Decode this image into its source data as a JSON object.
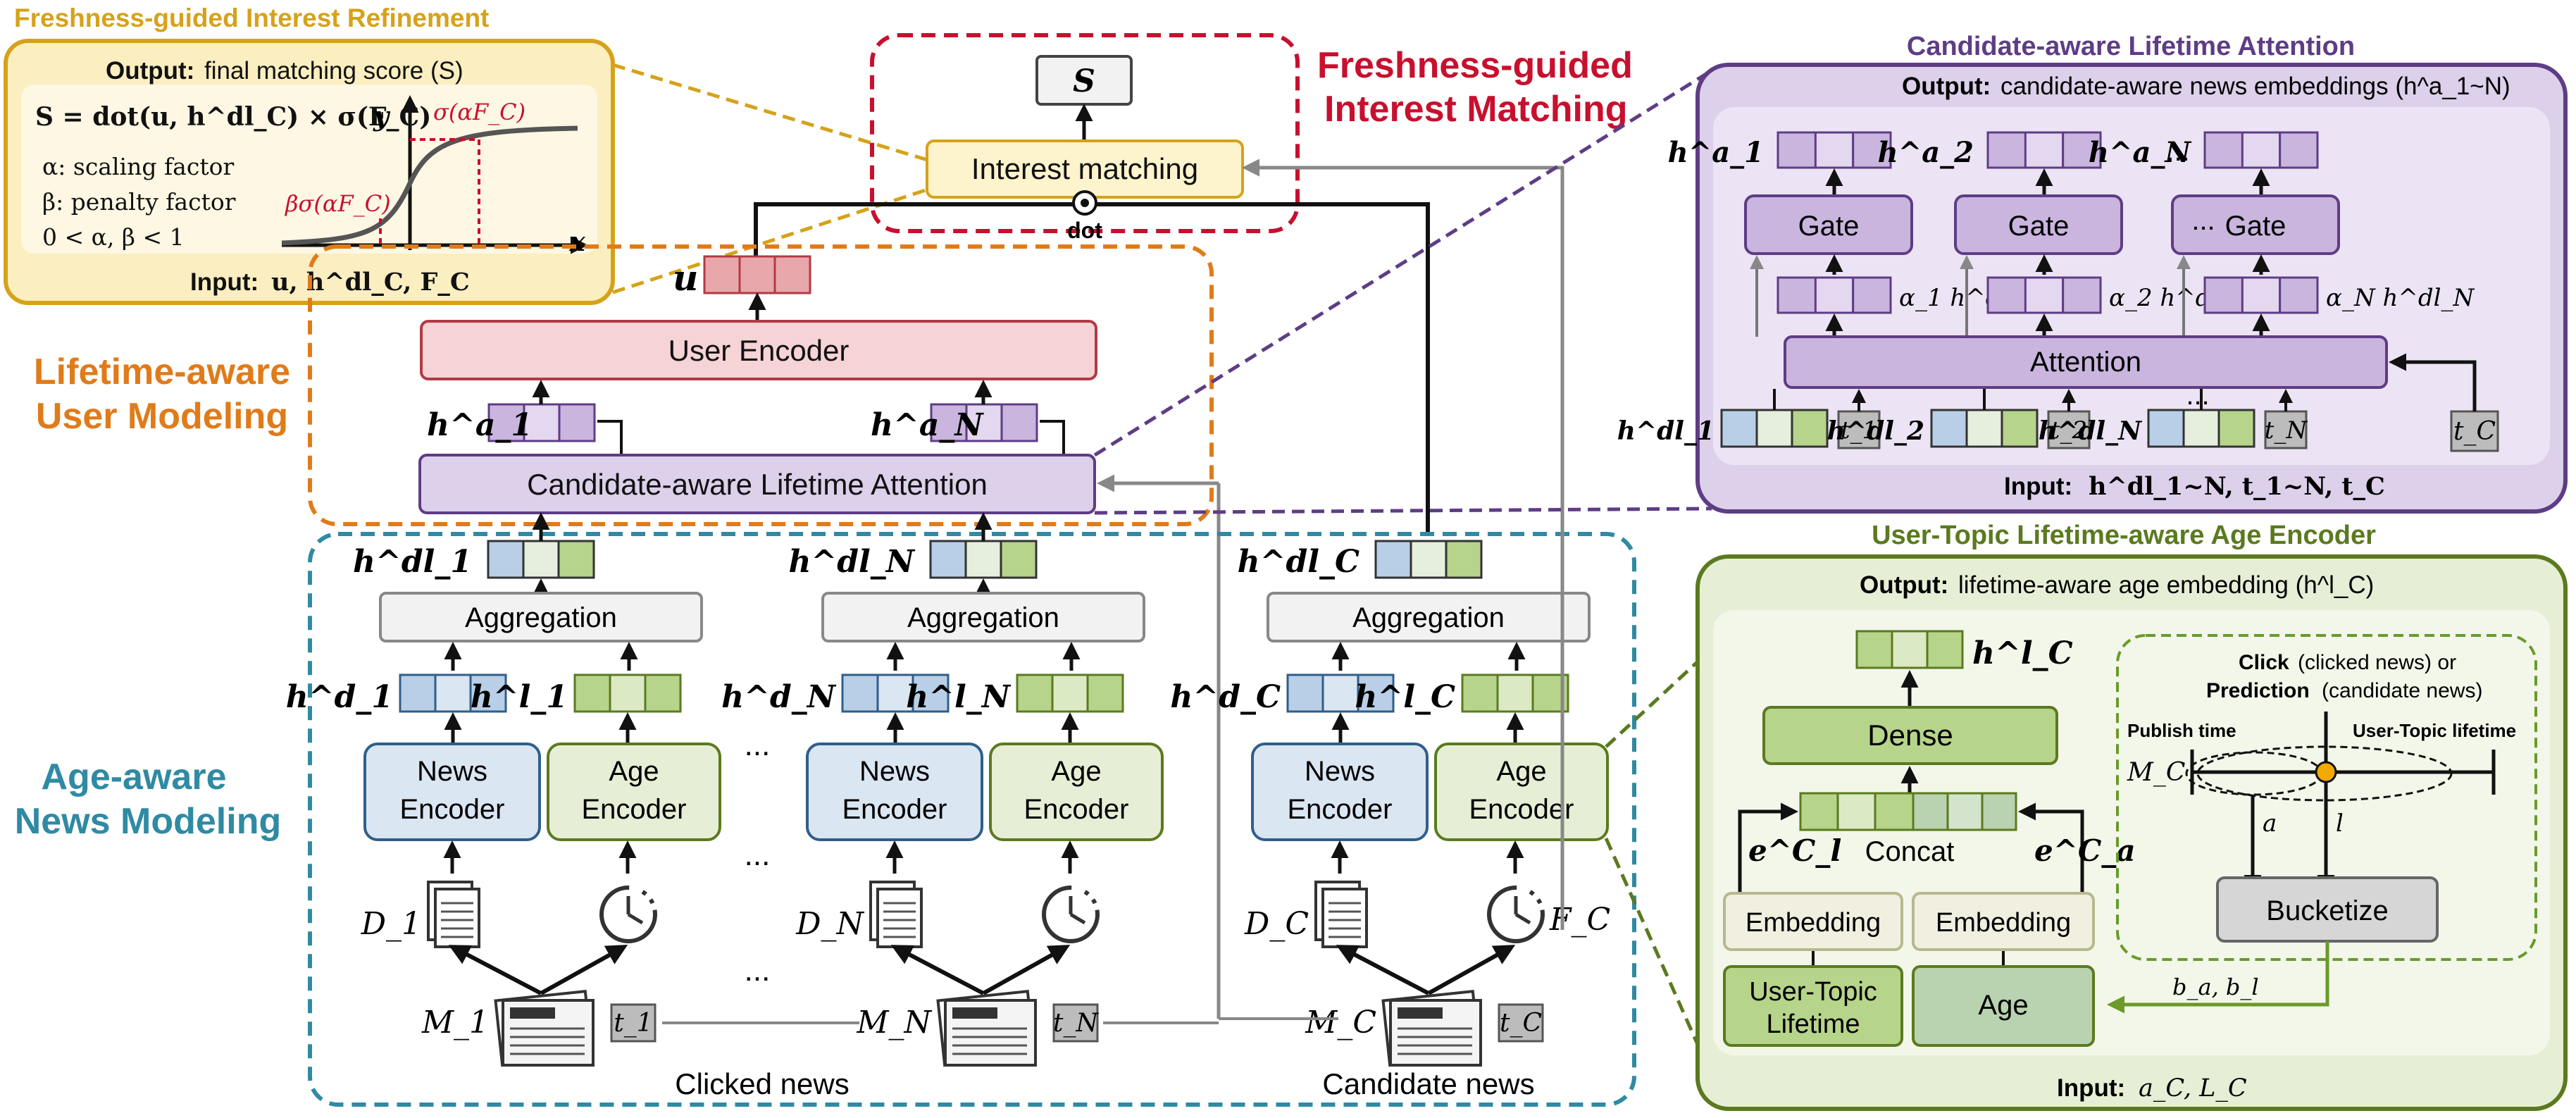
{
  "colors": {
    "orange": "#e07b1a",
    "gold": "#d6a21a",
    "red": "#c8102e",
    "purple": "#5e3d85",
    "teal": "#2f8aa3",
    "olive": "#5b7a1f",
    "news_blue": "#b9cfe8",
    "age_green": "#b7d48b",
    "user_red": "#e8a7ab",
    "purple_light": "#c9b5de"
  },
  "sections": {
    "freshness_refinement_title": "Freshness-guided Interest Refinement",
    "freshness_matching_title_1": "Freshness-guided",
    "freshness_matching_title_2": "Interest Matching",
    "lifetime_user_title_1": "Lifetime-aware",
    "lifetime_user_title_2": "User Modeling",
    "age_news_title_1": "Age-aware",
    "age_news_title_2": "News Modeling",
    "cla_title": "Candidate-aware Lifetime Attention",
    "age_encoder_title": "User-Topic Lifetime-aware Age Encoder"
  },
  "refinement_box": {
    "output_bold": "Output:",
    "output_text": "final matching score (S)",
    "formula": "S = dot(u, h^dl_C) × σ(F_C)",
    "alpha_line": "α: scaling factor",
    "beta_line": "β: penalty factor",
    "constraint": "0 < α, β < 1",
    "curve_top_label": "σ(αF_C)",
    "curve_low_label": "βσ(αF_C)",
    "axis_y": "y",
    "axis_x": "x",
    "input_bold": "Input:",
    "input_text": "u, h^dl_C, F_C"
  },
  "top": {
    "score": "S",
    "interest_matching": "Interest matching",
    "dot": "dot",
    "u_label": "u",
    "user_encoder": "User Encoder",
    "cla_box": "Candidate-aware Lifetime Attention"
  },
  "news_columns": [
    {
      "h_a": "h^a_1",
      "h_dl": "h^dl_1",
      "h_d": "h^d_1",
      "h_l": "h^l_1",
      "doc": "D_1",
      "m": "M_1",
      "t": "t_1"
    },
    {
      "h_a": "h^a_N",
      "h_dl": "h^dl_N",
      "h_d": "h^d_N",
      "h_l": "h^l_N",
      "doc": "D_N",
      "m": "M_N",
      "t": "t_N"
    },
    {
      "h_a": "",
      "h_dl": "h^dl_C",
      "h_d": "h^d_C",
      "h_l": "h^l_C",
      "doc": "D_C",
      "m": "M_C",
      "t": "t_C",
      "f": "F_C"
    }
  ],
  "blocks": {
    "aggregation": "Aggregation",
    "news_encoder_1": "News",
    "news_encoder_2": "Encoder",
    "age_encoder_1": "Age",
    "age_encoder_2": "Encoder",
    "ellipsis": "...",
    "clicked_news": "Clicked news",
    "candidate_news": "Candidate news"
  },
  "cla_panel": {
    "output_bold": "Output:",
    "output_text": "candidate-aware news embeddings (h^a_1~N)",
    "gate": "Gate",
    "attention": "Attention",
    "input_bold": "Input:",
    "input_text": "h^dl_1~N, t_1~N, t_C",
    "labels": [
      "h^a_1",
      "h^a_2",
      "h^a_N"
    ],
    "weighted": [
      "α_1 h^dl_1",
      "α_2 h^dl_2",
      "α_N h^dl_N"
    ],
    "inputs": [
      "h^dl_1",
      "h^dl_2",
      "h^dl_N"
    ],
    "times": [
      "t_1",
      "t_2",
      "t_N",
      "t_C"
    ]
  },
  "age_panel": {
    "output_bold": "Output:",
    "output_text": "lifetime-aware age embedding (h^l_C)",
    "h_out": "h^l_C",
    "dense": "Dense",
    "concat": "Concat",
    "e_l": "e^C_l",
    "e_a": "e^C_a",
    "embedding": "Embedding",
    "user_topic_1": "User-Topic",
    "user_topic_2": "Lifetime",
    "age": "Age",
    "click_bold": "Click",
    "click_rest": "(clicked news) or",
    "prediction_bold": "Prediction",
    "prediction_rest": "(candidate news)",
    "publish_time": "Publish time",
    "user_topic_lifetime": "User-Topic lifetime",
    "m_c": "M_C",
    "a": "a",
    "l": "l",
    "bucketize": "Bucketize",
    "b_labels": "b_a, b_l",
    "input_bold": "Input:",
    "input_text": "a_C, L_C"
  }
}
